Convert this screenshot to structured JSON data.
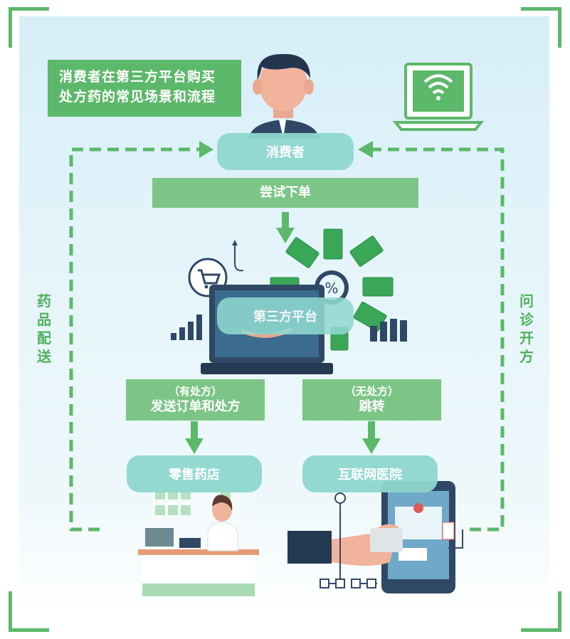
{
  "title": {
    "line1": "消费者在第三方平台购买",
    "line2": "处方药的常见场景和流程"
  },
  "nodes": {
    "consumer": "消费者",
    "try_order": "尝试下单",
    "platform": "第三方平台",
    "retail": "零售药店",
    "hospital": "互联网医院"
  },
  "branches": {
    "left": {
      "note": "（有处方）",
      "label": "发送订单和处方"
    },
    "right": {
      "note": "（无处方）",
      "label": "跳转"
    }
  },
  "side_labels": {
    "left": [
      "药",
      "品",
      "配",
      "送"
    ],
    "right": [
      "问",
      "诊",
      "开",
      "方"
    ]
  },
  "colors": {
    "accent": "#5cb86a",
    "bar": "#7cc587",
    "pill": "#8fd8cf",
    "dark": "#243a52"
  }
}
